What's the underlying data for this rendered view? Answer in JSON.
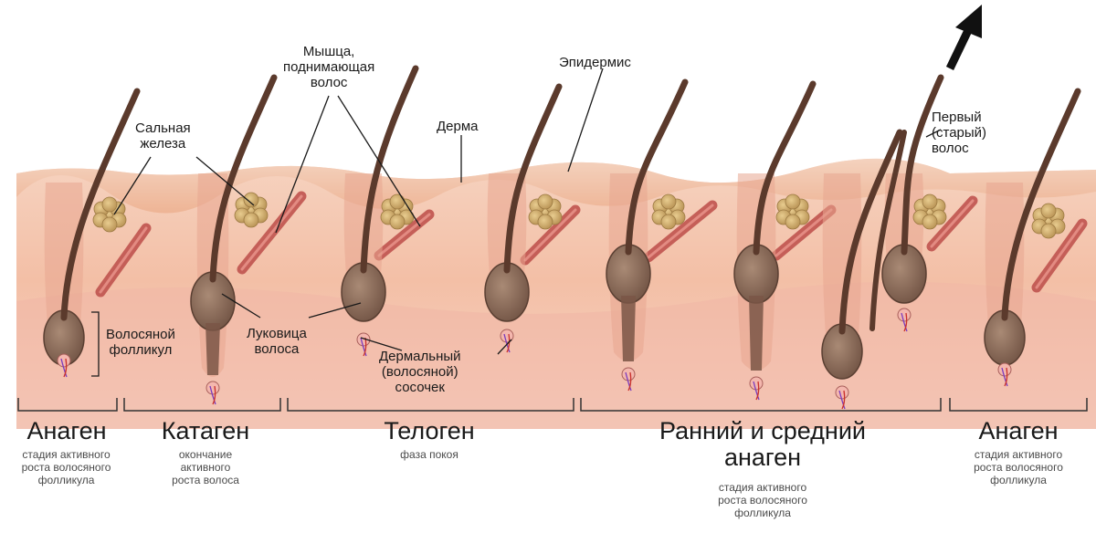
{
  "labels": {
    "sebaceous_gland": "Сальная\nжелеза",
    "arrector_muscle": "Мышца,\nподнимающая\nволос",
    "epidermis": "Эпидермис",
    "dermis": "Дерма",
    "hair_follicle": "Волосяной\nфолликул",
    "hair_bulb": "Луковица\nволоса",
    "dermal_papilla": "Дермальный\n(волосяной)\nсосочек",
    "old_hair": "Первый\n(старый)\nволос"
  },
  "stages": [
    {
      "name": "Анаген",
      "desc": "стадия активного\nроста волосяного\nфолликула"
    },
    {
      "name": "Катаген",
      "desc": "окончание\nактивного\nроста волоса"
    },
    {
      "name": "Телоген",
      "desc": "фаза покоя"
    },
    {
      "name": "Ранний и средний\nанаген",
      "desc": "стадия активного\nроста волосяного\nфолликула"
    },
    {
      "name": "Анаген",
      "desc": "стадия активного\nроста волосяного\nфолликула"
    }
  ],
  "colors": {
    "skin_top": "#f4c3a8",
    "dermis": "#f6c7b1",
    "hair": "#5b3a2c",
    "bulb": "#8d6e5b",
    "gland": "#d1ad6f",
    "muscle": "#c0544f"
  }
}
